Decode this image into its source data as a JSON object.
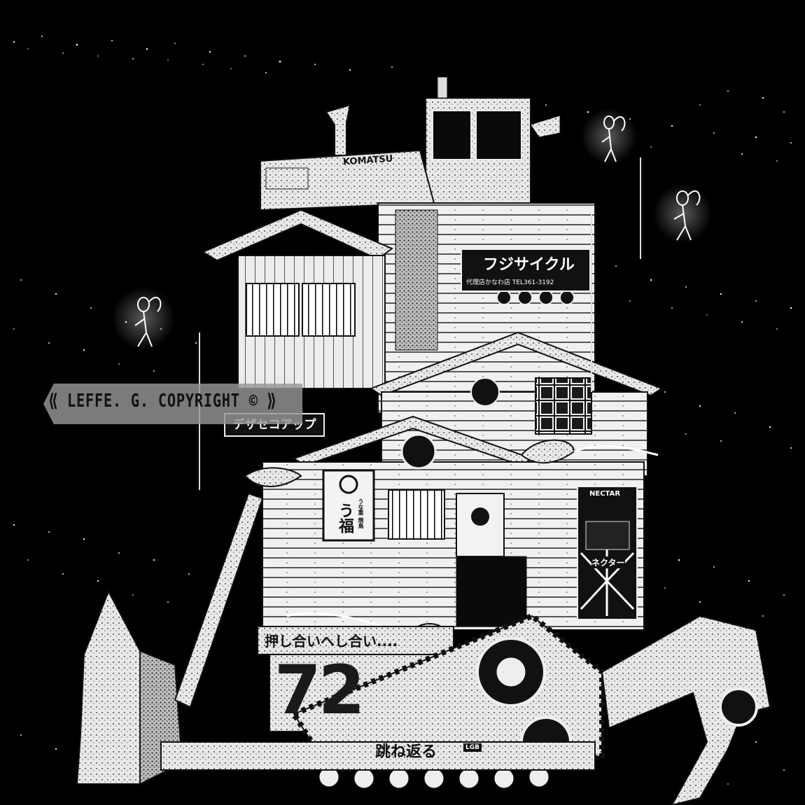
{
  "artwork": {
    "subject": "Komatsu bulldozer carrying a stacked Japanese town building, floating in starry space",
    "palette": {
      "background": "#000000",
      "ink": "#ffffff",
      "watermark_band": "#969696",
      "watermark_text": "#111111"
    }
  },
  "watermark": {
    "text": "⟪ LEFFE. G. COPYRIGHT © ⟫"
  },
  "signs": {
    "komatsu": "KOMATSU",
    "bicycle_shop_main": "フジサイクル",
    "bicycle_shop_sub": "代理店かなわ店 TEL361-3192",
    "vitamin_sign": "デザセコアップ",
    "eel_shop_top": "うな重 焼鳥",
    "eel_shop_main": "う福",
    "nectar_top": "NECTAR",
    "nectar_bottom": "ネクター",
    "blade_slogan": "押し合いへし合い....",
    "number": "72",
    "track_slogan": "跳ね返る",
    "model_plate": "LGB"
  }
}
